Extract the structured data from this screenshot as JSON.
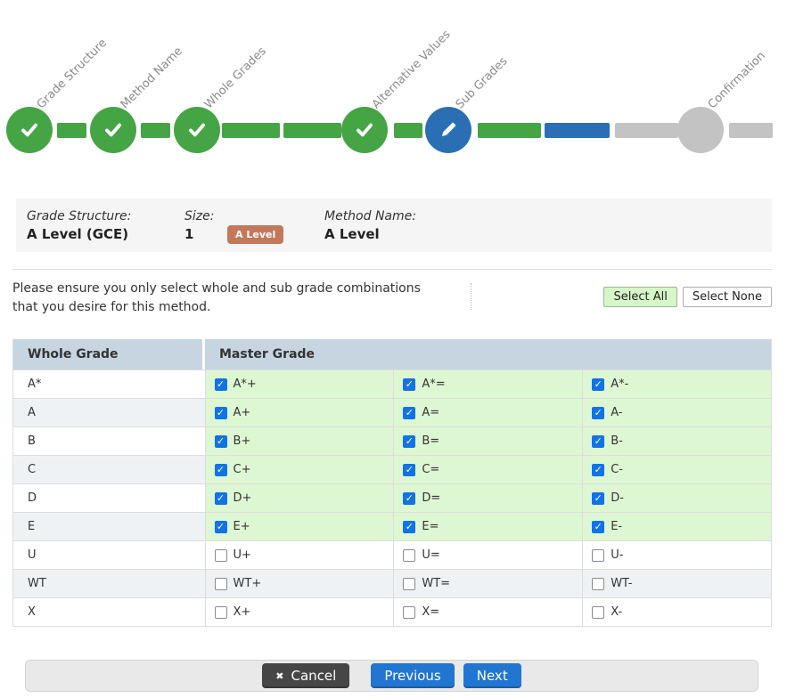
{
  "stepper": {
    "steps": [
      {
        "label": "Grade Structure",
        "state": "complete"
      },
      {
        "label": "Method Name",
        "state": "complete"
      },
      {
        "label": "Whole Grades",
        "state": "complete"
      },
      {
        "label": "Alternative Values",
        "state": "complete"
      },
      {
        "label": "Sub Grades",
        "state": "current"
      },
      {
        "label": "Confirmation",
        "state": "pending"
      }
    ]
  },
  "summary": {
    "grade_structure_label": "Grade Structure:",
    "grade_structure_value": "A Level (GCE)",
    "size_label": "Size:",
    "size_value": "1",
    "badge": "A Level",
    "method_name_label": "Method Name:",
    "method_name_value": "A Level"
  },
  "instructions": {
    "line1": "Please ensure you only select whole and sub grade combinations",
    "line2": "that you desire for this method."
  },
  "actions": {
    "select_all": "Select All",
    "select_none": "Select None"
  },
  "table": {
    "headers": [
      "Whole Grade",
      "Master Grade"
    ],
    "rows": [
      {
        "whole": "A*",
        "subs": [
          {
            "label": "A*+",
            "checked": true
          },
          {
            "label": "A*=",
            "checked": true
          },
          {
            "label": "A*-",
            "checked": true
          }
        ]
      },
      {
        "whole": "A",
        "subs": [
          {
            "label": "A+",
            "checked": true
          },
          {
            "label": "A=",
            "checked": true
          },
          {
            "label": "A-",
            "checked": true
          }
        ]
      },
      {
        "whole": "B",
        "subs": [
          {
            "label": "B+",
            "checked": true
          },
          {
            "label": "B=",
            "checked": true
          },
          {
            "label": "B-",
            "checked": true
          }
        ]
      },
      {
        "whole": "C",
        "subs": [
          {
            "label": "C+",
            "checked": true
          },
          {
            "label": "C=",
            "checked": true
          },
          {
            "label": "C-",
            "checked": true
          }
        ]
      },
      {
        "whole": "D",
        "subs": [
          {
            "label": "D+",
            "checked": true
          },
          {
            "label": "D=",
            "checked": true
          },
          {
            "label": "D-",
            "checked": true
          }
        ]
      },
      {
        "whole": "E",
        "subs": [
          {
            "label": "E+",
            "checked": true
          },
          {
            "label": "E=",
            "checked": true
          },
          {
            "label": "E-",
            "checked": true
          }
        ]
      },
      {
        "whole": "U",
        "subs": [
          {
            "label": "U+",
            "checked": false
          },
          {
            "label": "U=",
            "checked": false
          },
          {
            "label": "U-",
            "checked": false
          }
        ]
      },
      {
        "whole": "WT",
        "subs": [
          {
            "label": "WT+",
            "checked": false
          },
          {
            "label": "WT=",
            "checked": false
          },
          {
            "label": "WT-",
            "checked": false
          }
        ]
      },
      {
        "whole": "X",
        "subs": [
          {
            "label": "X+",
            "checked": false
          },
          {
            "label": "X=",
            "checked": false
          },
          {
            "label": "X-",
            "checked": false
          }
        ]
      }
    ]
  },
  "footer": {
    "cancel": "Cancel",
    "cancel_icon": "✖",
    "previous": "Previous",
    "next": "Next"
  },
  "colors": {
    "step_complete": "#45a545",
    "step_current": "#2a6fb4",
    "step_pending": "#c3c3c3",
    "badge_bg": "#c3785a",
    "table_header_bg": "#c7d5e0",
    "checked_cell_bg": "#def7d3",
    "stripe_bg": "#eff2f5",
    "checkbox_blue": "#1272e8",
    "primary_button": "#2176d2"
  }
}
